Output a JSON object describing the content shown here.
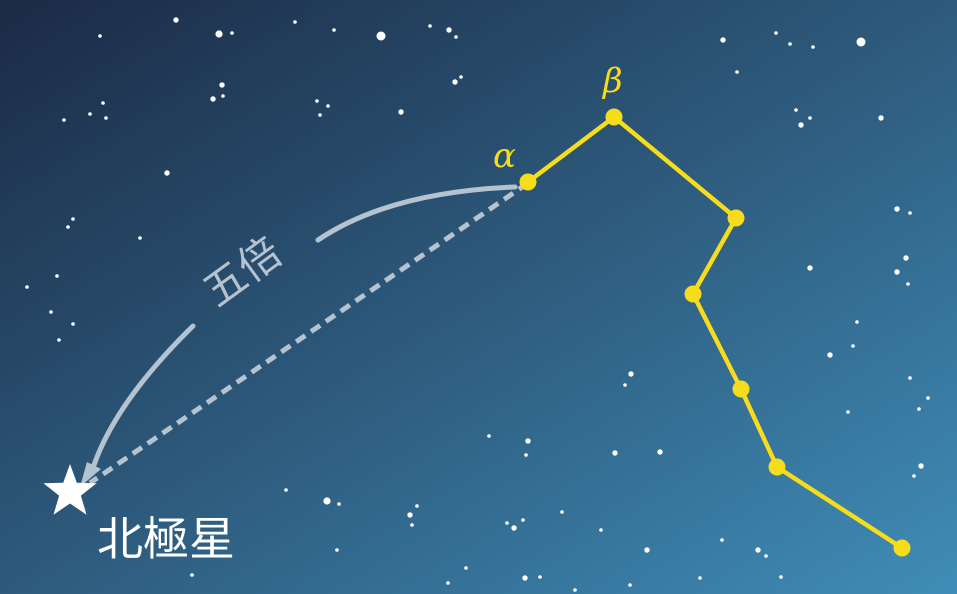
{
  "background": {
    "gradient_top": "#1b2a45",
    "gradient_bottom": "#3f8db8"
  },
  "colors": {
    "constellation": "#f6dc1a",
    "guide": "#b4c3cf",
    "stars": "#ffffff"
  },
  "constellation": {
    "alpha_label": "α",
    "beta_label": "β"
  },
  "guide": {
    "multiplier_label": "五倍"
  },
  "polaris": {
    "label": "北極星",
    "icon": "star-icon"
  }
}
